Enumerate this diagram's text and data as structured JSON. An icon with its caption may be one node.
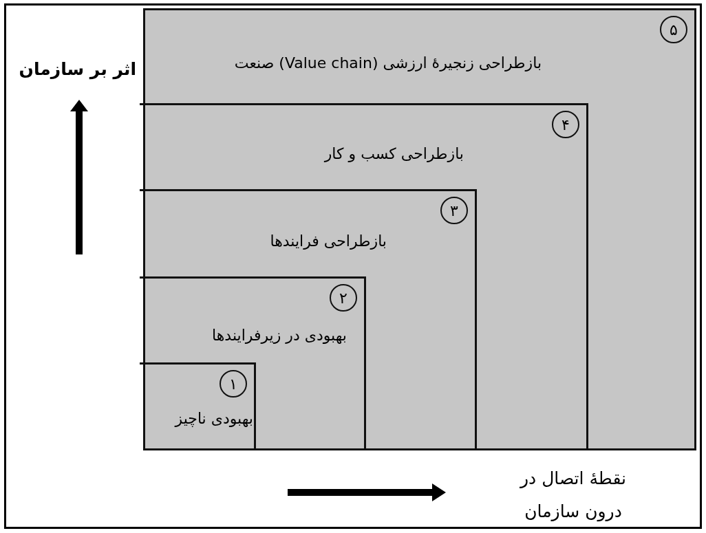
{
  "diagram": {
    "nodes": [
      {
        "text": [
          "۵",
          "بازطراحی زنجیرهٔ ارزشی (Value chain) صنعت"
        ]
      },
      {
        "text": [
          "۴",
          "بازطراحی کسب و کار"
        ],
        "in": 0
      },
      {
        "text": [
          "۳",
          "بازطراحی فرایندها"
        ],
        "in": 1
      },
      {
        "text": [
          "۲",
          "بهبودی در زیرفرایندها"
        ],
        "in": 2
      },
      {
        "text": [
          "۱",
          "بهبودی ناچیز"
        ],
        "in": 3
      }
    ],
    "labels": [
      "اثر بر سازمان",
      "نقطهٔ اتصال در درون سازمان"
    ]
  }
}
